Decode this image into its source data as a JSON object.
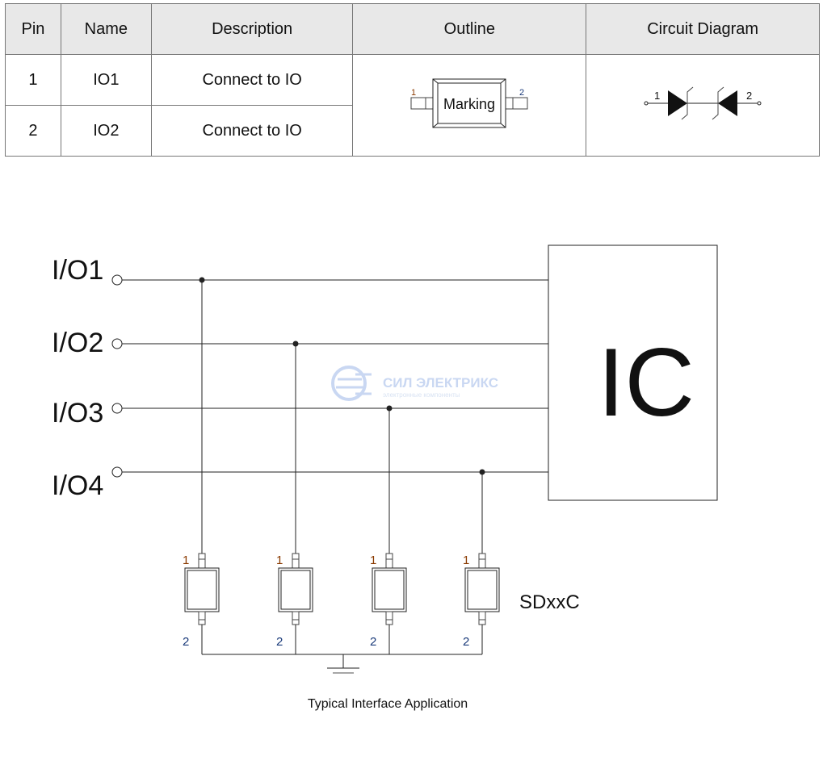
{
  "table": {
    "headers": [
      "Pin",
      "Name",
      "Description",
      "Outline",
      "Circuit Diagram"
    ],
    "rows": [
      {
        "pin": "1",
        "name": "IO1",
        "description": "Connect to IO"
      },
      {
        "pin": "2",
        "name": "IO2",
        "description": "Connect to IO"
      }
    ],
    "outline": {
      "marking": "Marking",
      "pin1": "1",
      "pin2": "2"
    },
    "circuit": {
      "pin1": "1",
      "pin2": "2",
      "symbol": "bidirectional-tvs-diode"
    }
  },
  "diagram": {
    "io_labels": [
      "I/O1",
      "I/O2",
      "I/O3",
      "I/O4"
    ],
    "ic_label": "IC",
    "device_label": "SDxxC",
    "pin_top": "1",
    "pin_bottom": "2",
    "caption": "Typical Interface Application"
  },
  "watermark": {
    "title": "СИЛ ЭЛЕКТРИКС",
    "subtitle": "электронные компоненты",
    "color": "#9db8e8"
  },
  "colors": {
    "header_bg": "#e8e8e8",
    "pin1_label": "#8a3a00",
    "pin2_label": "#1a3a7a"
  }
}
